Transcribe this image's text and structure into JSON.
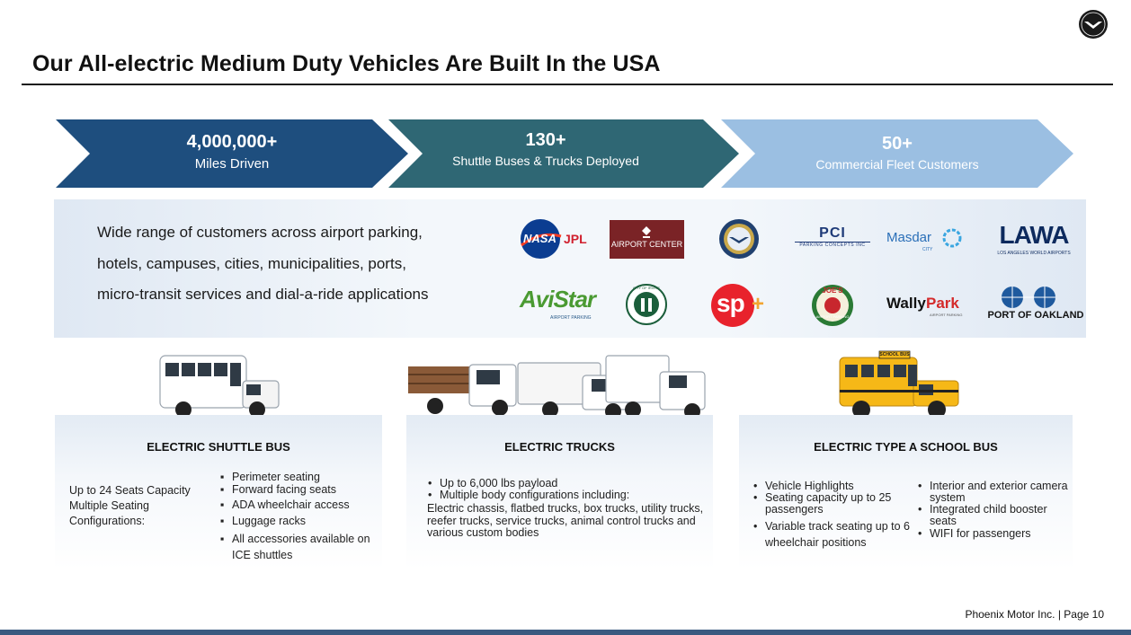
{
  "title": "Our All-electric Medium Duty Vehicles Are Built In the USA",
  "stats": [
    {
      "value": "4,000,000+",
      "label": "Miles Driven",
      "color": "#1e4e7e"
    },
    {
      "value": "130+",
      "label": "Shuttle Buses & Trucks Deployed",
      "color": "#2f6774"
    },
    {
      "value": "50+",
      "label": "Commercial Fleet Customers",
      "color": "#9bbfe2"
    }
  ],
  "customers": {
    "lines": [
      "Wide range of customers across airport parking,",
      "hotels, campuses, cities, municipalities, ports,",
      "micro-transit services and dial-a-ride applications"
    ],
    "logos": {
      "nasa": "NASA",
      "jpl": "JPL",
      "airport_center": "AIRPORT CENTER",
      "pci": "PCI",
      "pci_sub": "PARKING CONCEPTS INC",
      "masdar": "Masdar",
      "masdar_sub": "CITY",
      "lawa": "LAWA",
      "lawa_sub": "LOS ANGELES WORLD AIRPORTS",
      "avistar": "AviStar",
      "avistar_sub": "AIRPORT PARKING",
      "irvine": "CITY OF IRVINE",
      "sp": "sp",
      "sp_plus": "+",
      "joes": "JOE'S",
      "joes_sub": "AIRPORT PARKING",
      "wally_a": "Wally",
      "wally_b": "Park",
      "wally_sub": "AIRPORT PARKING",
      "oakland": "PORT OF OAKLAND"
    }
  },
  "vehicles": {
    "shuttle": {
      "title": "ELECTRIC SHUTTLE BUS",
      "left_lines": [
        "Up to 24 Seats Capacity",
        "Multiple Seating",
        "Configurations:"
      ],
      "bullets": [
        "Perimeter seating",
        "Forward facing seats",
        "ADA wheelchair access",
        "Luggage racks",
        "All accessories available on ICE shuttles"
      ]
    },
    "trucks": {
      "title": "ELECTRIC TRUCKS",
      "bullets": [
        "Up to 6,000 lbs payload",
        "Multiple body configurations including:"
      ],
      "body": "Electric chassis, flatbed trucks, box trucks, utility trucks,  reefer trucks, service trucks, animal control trucks and  various custom bodies"
    },
    "school_bus": {
      "title": "ELECTRIC TYPE A SCHOOL BUS",
      "bullets_left": [
        "Vehicle Highlights",
        "Seating capacity up to 25 passengers",
        "Variable track seating up to 6 wheelchair positions"
      ],
      "bullets_right": [
        "Interior and exterior camera system",
        "Integrated child booster seats",
        "WIFI for passengers"
      ],
      "sign": "SCHOOL BUS"
    }
  },
  "footer": {
    "text": "Phoenix Motor Inc. | Page 10",
    "bar_color": "#3a5a80"
  }
}
